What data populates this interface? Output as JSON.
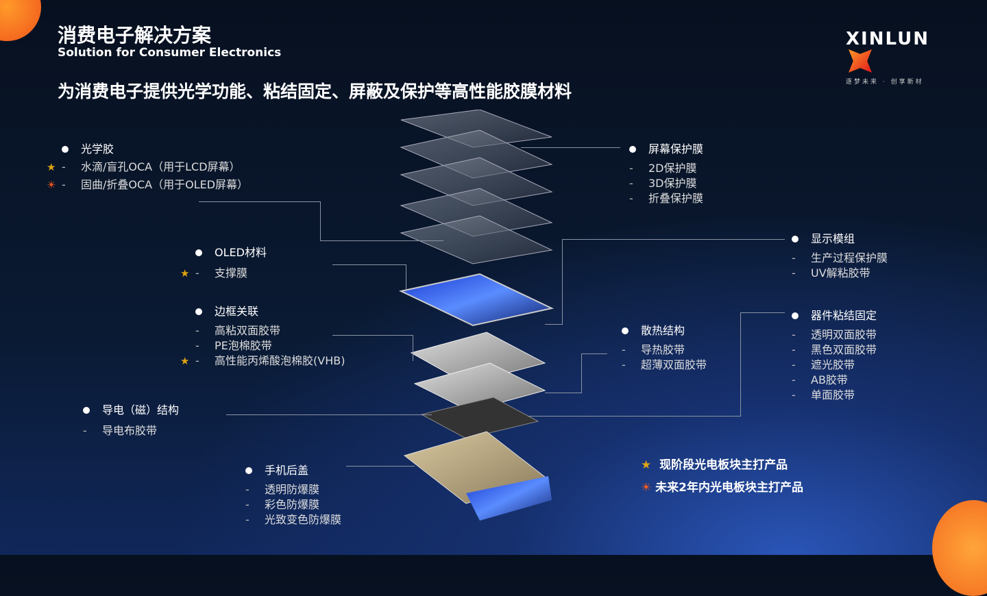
{
  "header": {
    "title": "消费电子解决方案",
    "subtitle": "Solution for Consumer Electronics",
    "headline": "为消费电子提供光学功能、粘结固定、屏蔽及保护等高性能胶膜材料"
  },
  "logo": {
    "name": "XINLUN",
    "slogan": "逐梦未来 · 创享新材"
  },
  "colors": {
    "star": "#e0a414",
    "sun": "#ff5a1a",
    "accent": "#f0541a"
  },
  "icons": {
    "star": "★",
    "sun": "☀"
  },
  "groups": {
    "oca": {
      "title": "光学胶",
      "items": [
        "水滴/盲孔OCA（用于LCD屏幕）",
        "固曲/折叠OCA（用于OLED屏幕）"
      ]
    },
    "oled": {
      "title": "OLED材料",
      "items": [
        "支撑膜"
      ]
    },
    "frame": {
      "title": "边框关联",
      "items": [
        "高粘双面胶带",
        "PE泡棉胶带",
        "高性能丙烯酸泡棉胶(VHB)"
      ]
    },
    "conduct": {
      "title": "导电（磁）结构",
      "items": [
        "导电布胶带"
      ]
    },
    "back": {
      "title": "手机后盖",
      "items": [
        "透明防爆膜",
        "彩色防爆膜",
        "光致变色防爆膜"
      ]
    },
    "screen": {
      "title": "屏幕保护膜",
      "items": [
        "2D保护膜",
        "3D保护膜",
        "折叠保护膜"
      ]
    },
    "display": {
      "title": "显示模组",
      "items": [
        "生产过程保护膜",
        "UV解粘胶带"
      ]
    },
    "heat": {
      "title": "散热结构",
      "items": [
        "导热胶带",
        "超薄双面胶带"
      ]
    },
    "bond": {
      "title": "器件粘结固定",
      "items": [
        "透明双面胶带",
        "黑色双面胶带",
        "遮光胶带",
        "AB胶带",
        "单面胶带"
      ]
    }
  },
  "legend": {
    "current": "现阶段光电板块主打产品",
    "future": "未来2年内光电板块主打产品"
  }
}
